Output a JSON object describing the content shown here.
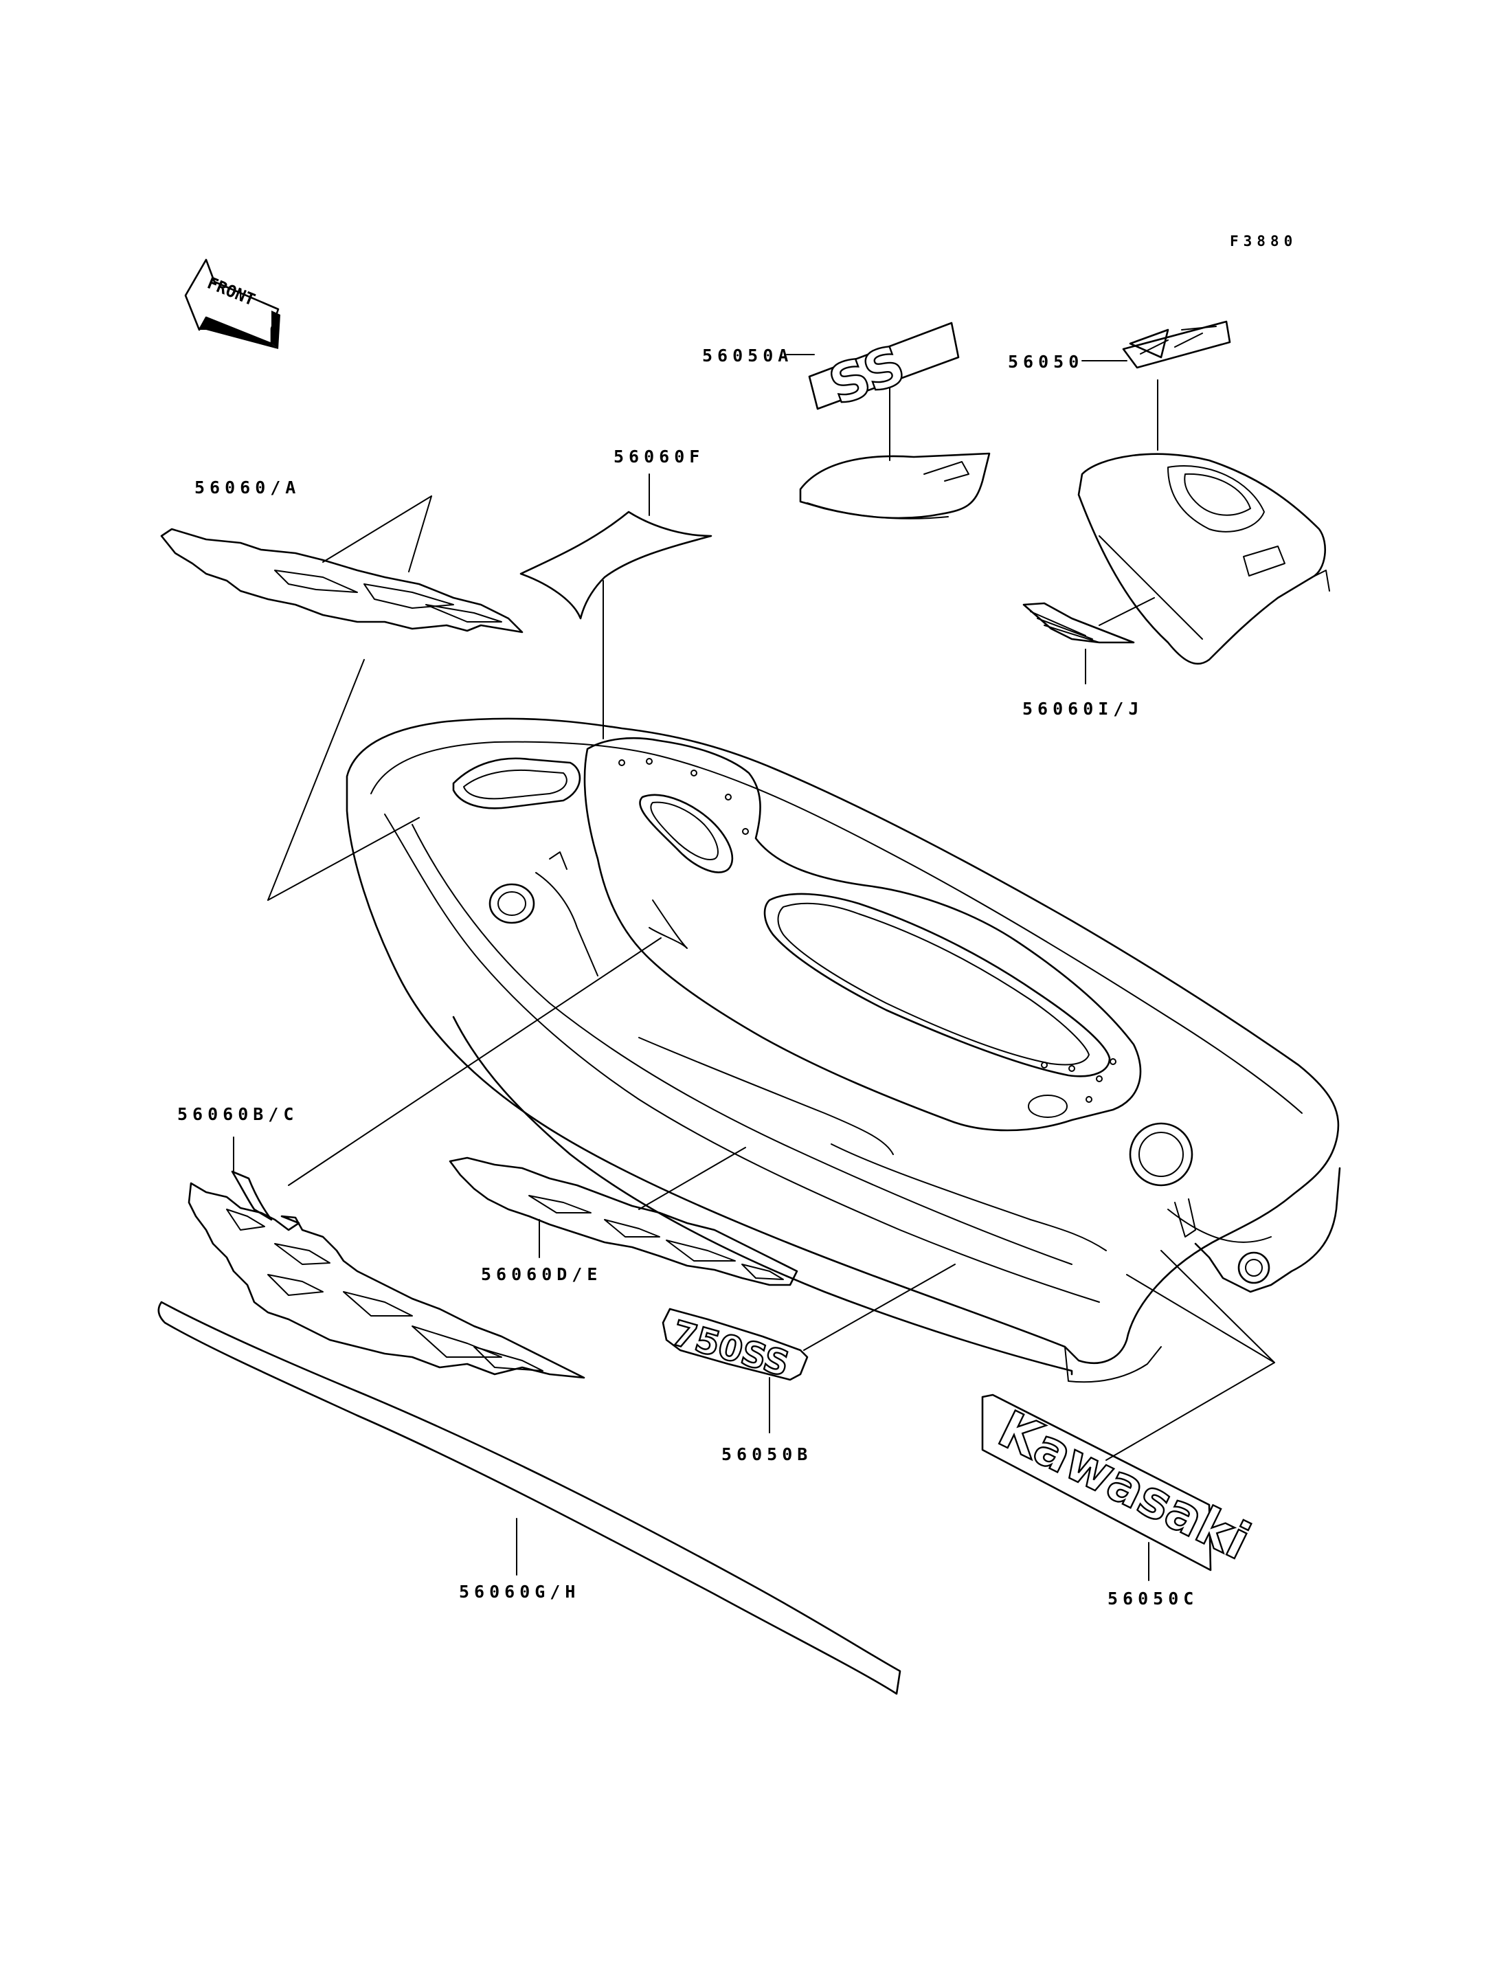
{
  "figure_code": "F3880",
  "front_label": "FRONT",
  "callouts": [
    {
      "id": "56050A",
      "label": "56050A"
    },
    {
      "id": "56050",
      "label": "56050"
    },
    {
      "id": "56060F",
      "label": "56060F"
    },
    {
      "id": "56060/A",
      "label": "56060/A"
    },
    {
      "id": "56060I/J",
      "label": "56060I/J"
    },
    {
      "id": "56060B/C",
      "label": "56060B/C"
    },
    {
      "id": "56060D/E",
      "label": "56060D/E"
    },
    {
      "id": "56050B",
      "label": "56050B"
    },
    {
      "id": "56060G/H",
      "label": "56060G/H"
    },
    {
      "id": "56050C",
      "label": "56050C"
    }
  ],
  "decals": {
    "ss_text": "SS",
    "model_text": "750SS",
    "brand_text": "Kawasaki"
  }
}
